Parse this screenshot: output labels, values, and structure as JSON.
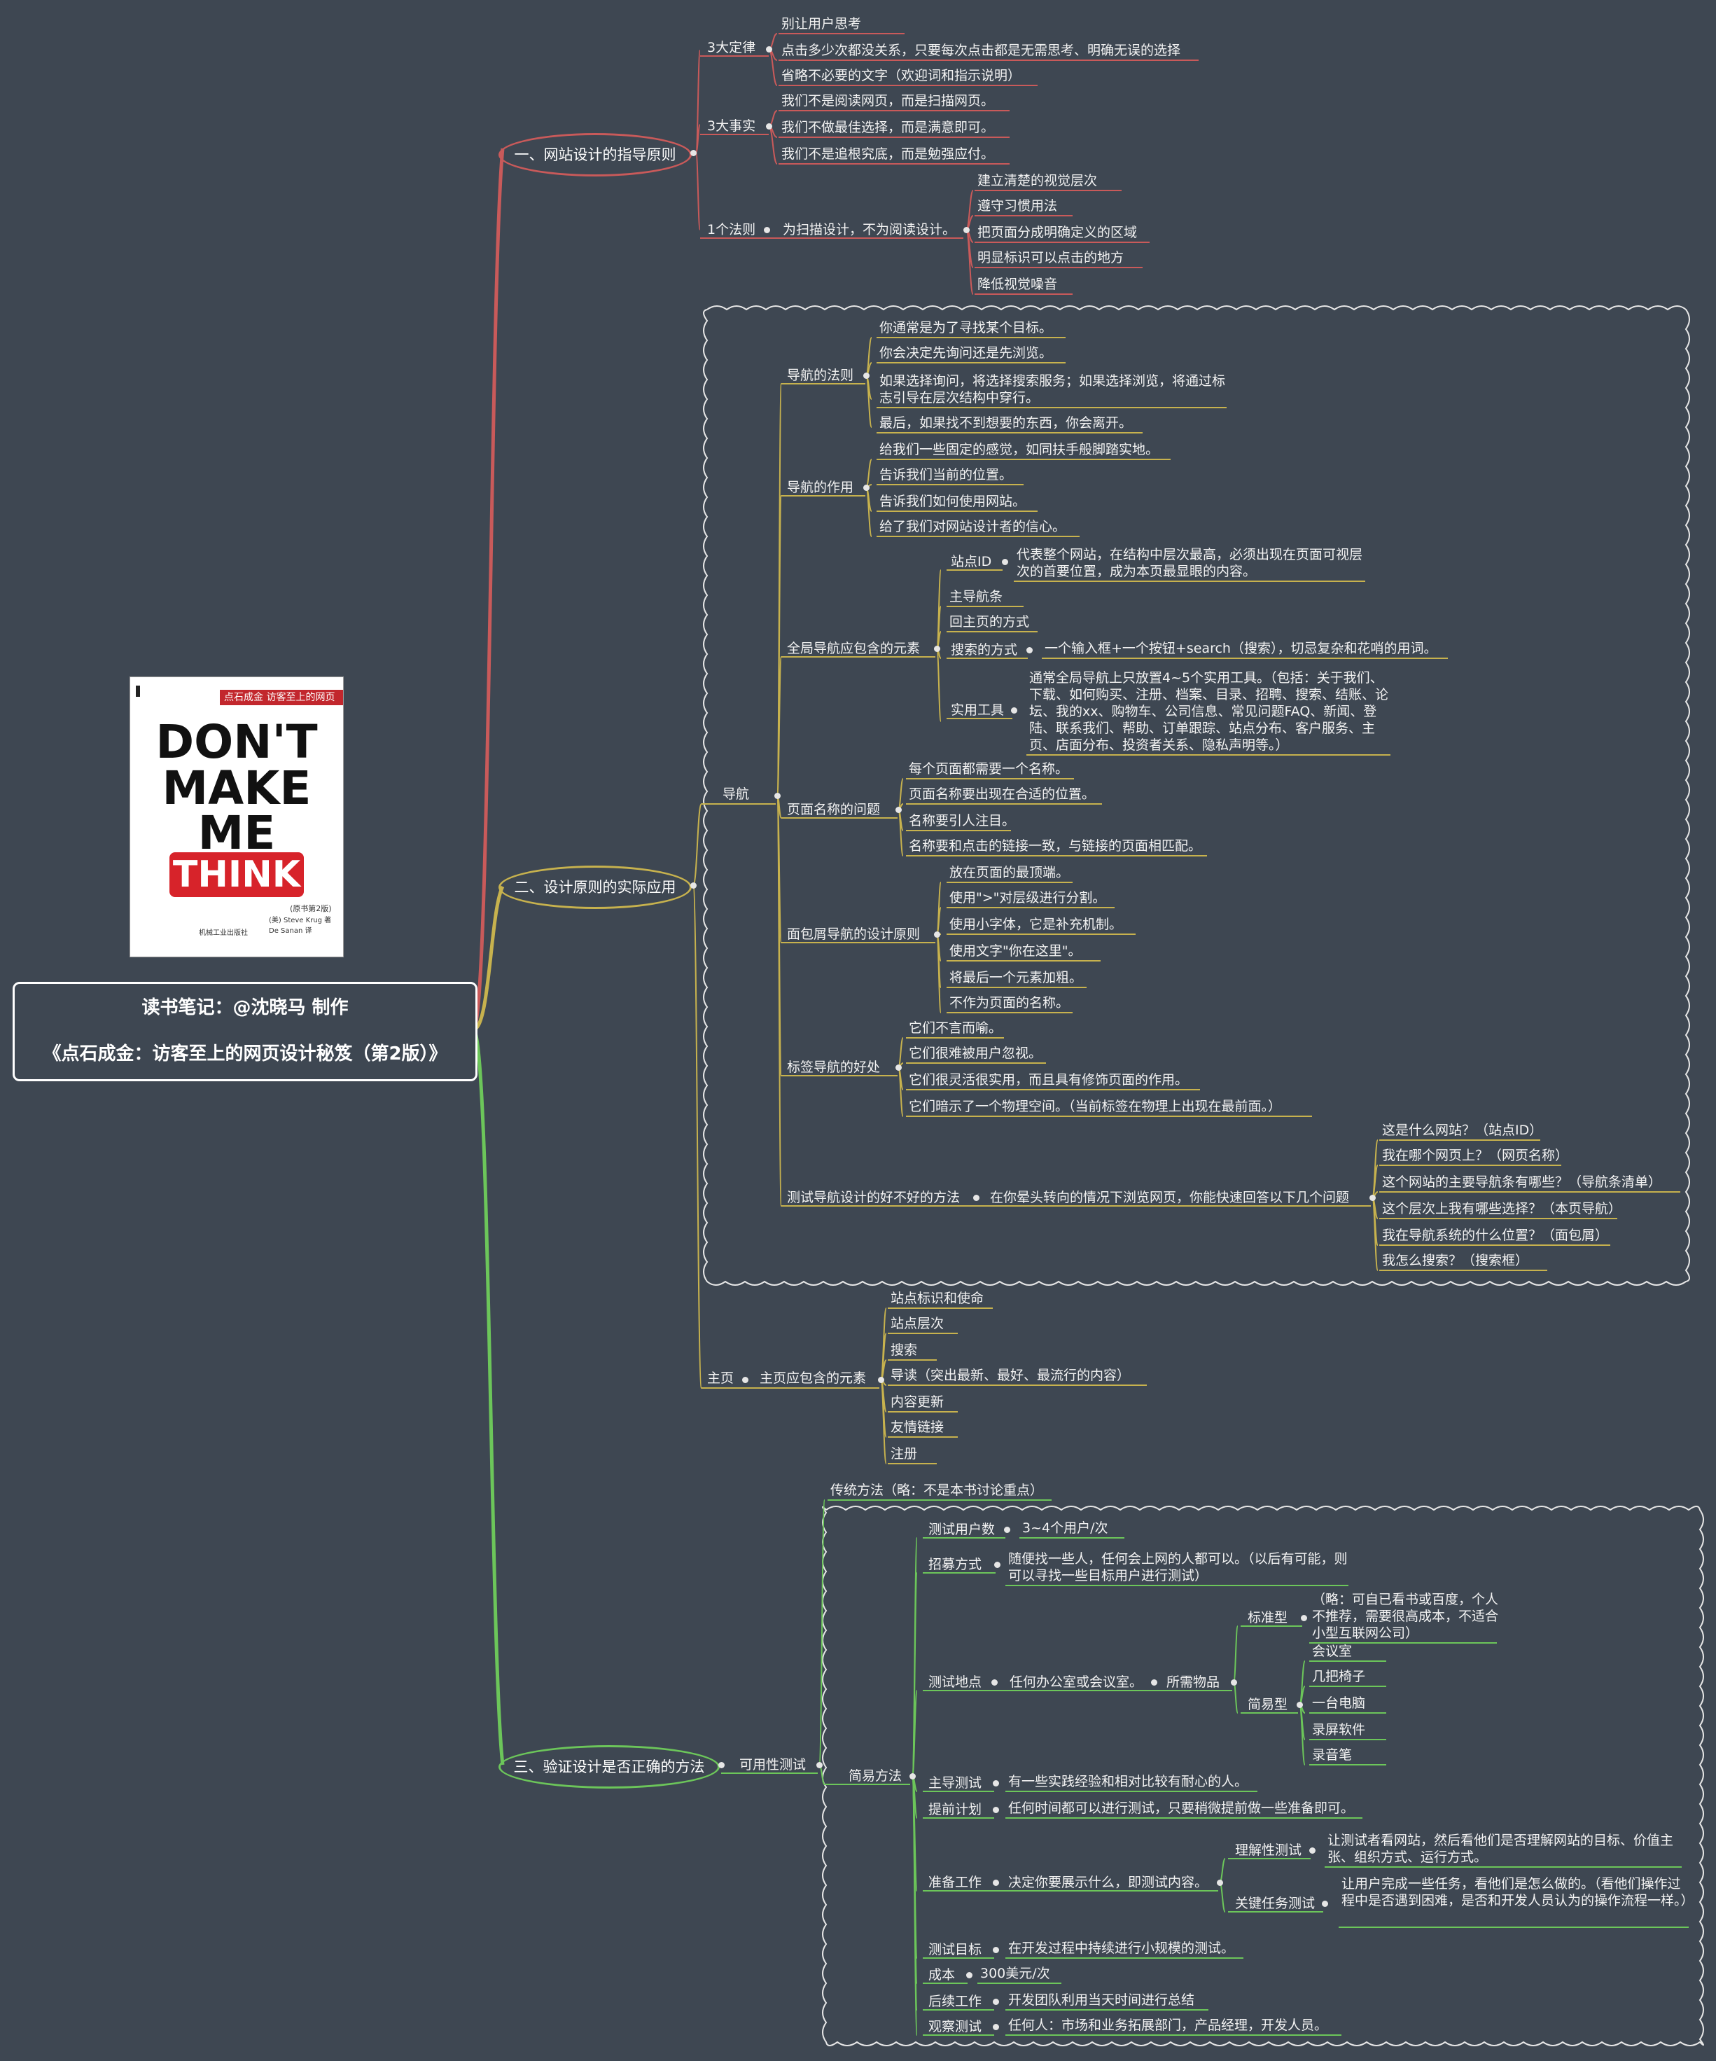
{
  "root": {
    "line1": "读书笔记：@沈晓马 制作",
    "line2": "《点石成金：访客至上的网页设计秘笈（第2版）》"
  },
  "book_cover": {
    "tag": "点石成金 访客至上的网页设计秘笈",
    "title_lines": [
      "DON'T",
      "MAKE",
      "ME",
      "THINK"
    ],
    "edition": "(原书第2版)",
    "authors": "(美) Steve Krug 著  De Sanan 译",
    "publisher": "机械工业出版社"
  },
  "colors": {
    "background": "#3e4752",
    "branch1": "#c95a5a",
    "branch2": "#c7b24e",
    "branch3": "#6cc65a",
    "leaf_line": "#c7b24e",
    "red_line": "#c95a5a"
  },
  "branches": {
    "b1": "一、网站设计的指导原则",
    "b2": "二、设计原则的实际应用",
    "b3": "三、验证设计是否正确的方法"
  },
  "b1": {
    "law3": "3大定律",
    "law3_items": [
      "别让用户思考",
      "点击多少次都没关系，只要每次点击都是无需思考、明确无误的选择",
      "省略不必要的文字（欢迎词和指示说明）"
    ],
    "fact3": "3大事实",
    "fact3_items": [
      "我们不是阅读网页，而是扫描网页。",
      "我们不做最佳选择，而是满意即可。",
      "我们不是追根究底，而是勉强应付。"
    ],
    "rule1": "1个法则",
    "rule1_main": "为扫描设计，不为阅读设计。",
    "rule1_items": [
      "建立清楚的视觉层次",
      "遵守习惯用法",
      "把页面分成明确定义的区域",
      "明显标识可以点击的地方",
      "降低视觉噪音"
    ]
  },
  "b2": {
    "nav": "导航",
    "nav_law": "导航的法则",
    "nav_law_items": [
      "你通常是为了寻找某个目标。",
      "你会决定先询问还是先浏览。",
      "如果选择询问，将选择搜索服务；如果选择浏览，将通过标志引导在层次结构中穿行。",
      "最后，如果找不到想要的东西，你会离开。"
    ],
    "nav_role": "导航的作用",
    "nav_role_items": [
      "给我们一些固定的感觉，如同扶手般脚踏实地。",
      "告诉我们当前的位置。",
      "告诉我们如何使用网站。",
      "给了我们对网站设计者的信心。"
    ],
    "global": "全局导航应包含的元素",
    "site_id": "站点ID",
    "site_id_desc": "代表整个网站，在结构中层次最高，必须出现在页面可视层次的首要位置，成为本页最显眼的内容。",
    "main_nav": "主导航条",
    "home_way": "回主页的方式",
    "search_way": "搜索的方式",
    "search_desc": "一个输入框+一个按钮+search（搜索），切忌复杂和花哨的用词。",
    "tools": "实用工具",
    "tools_desc": "通常全局导航上只放置4~5个实用工具。（包括：关于我们、下载、如何购买、注册、档案、目录、招聘、搜索、结账、论坛、我的xx、购物车、公司信息、常见问题FAQ、新闻、登陆、联系我们、帮助、订单跟踪、站点分布、客户服务、主页、店面分布、投资者关系、隐私声明等。）",
    "page_name": "页面名称的问题",
    "page_name_items": [
      "每个页面都需要一个名称。",
      "页面名称要出现在合适的位置。",
      "名称要引人注目。",
      "名称要和点击的链接一致，与链接的页面相匹配。"
    ],
    "breadcrumb": "面包屑导航的设计原则",
    "breadcrumb_items": [
      "放在页面的最顶端。",
      "使用\">\"对层级进行分割。",
      "使用小字体，它是补充机制。",
      "使用文字\"你在这里\"。",
      "将最后一个元素加粗。",
      "不作为页面的名称。"
    ],
    "tabs": "标签导航的好处",
    "tabs_items": [
      "它们不言而喻。",
      "它们很难被用户忽视。",
      "它们很灵活很实用，而且具有修饰页面的作用。",
      "它们暗示了一个物理空间。（当前标签在物理上出现在最前面。）"
    ],
    "test_nav": "测试导航设计的好不好的方法",
    "test_nav_main": "在你晕头转向的情况下浏览网页，你能快速回答以下几个问题",
    "test_nav_items": [
      "这是什么网站？（站点ID）",
      "我在哪个网页上？（网页名称）",
      "这个网站的主要导航条有哪些？（导航条清单）",
      "这个层次上我有哪些选择？（本页导航）",
      "我在导航系统的什么位置？（面包屑）",
      "我怎么搜索？（搜索框）"
    ],
    "home": "主页",
    "home_main": "主页应包含的元素",
    "home_items": [
      "站点标识和使命",
      "站点层次",
      "搜索",
      "导读（突出最新、最好、最流行的内容）",
      "内容更新",
      "友情链接",
      "注册"
    ]
  },
  "b3": {
    "usability": "可用性测试",
    "traditional": "传统方法（略：不是本书讨论重点）",
    "simple": "简易方法",
    "users": "测试用户数",
    "users_val": "3~4个用户/次",
    "recruit": "招募方式",
    "recruit_val": "随便找一些人，任何会上网的人都可以。（以后有可能，则可以寻找一些目标用户进行测试）",
    "place": "测试地点",
    "place_val": "任何办公室或会议室。",
    "items_needed": "所需物品",
    "standard": "标准型",
    "standard_val": "（略：可自已看书或百度，个人不推荐，需要很高成本，不适合小型互联网公司）",
    "simple_type": "简易型",
    "simple_type_items": [
      "会议室",
      "几把椅子",
      "一台电脑",
      "录屏软件",
      "录音笔"
    ],
    "host": "主导测试",
    "host_val": "有一些实践经验和相对比较有耐心的人。",
    "plan": "提前计划",
    "plan_val": "任何时间都可以进行测试，只要稍微提前做一些准备即可。",
    "prep": "准备工作",
    "prep_val": "决定你要展示什么，即测试内容。",
    "understand": "理解性测试",
    "understand_val": "让测试者看网站，然后看他们是否理解网站的目标、价值主张、组织方式、运行方式。",
    "task": "关键任务测试",
    "task_val": "让用户完成一些任务，看他们是怎么做的。（看他们操作过程中是否遇到困难，是否和开发人员认为的操作流程一样。）",
    "goal": "测试目标",
    "goal_val": "在开发过程中持续进行小规模的测试。",
    "cost": "成本",
    "cost_val": "300美元/次",
    "follow": "后续工作",
    "follow_val": "开发团队利用当天时间进行总结",
    "observe": "观察测试",
    "observe_val": "任何人：市场和业务拓展部门，产品经理，开发人员。"
  }
}
